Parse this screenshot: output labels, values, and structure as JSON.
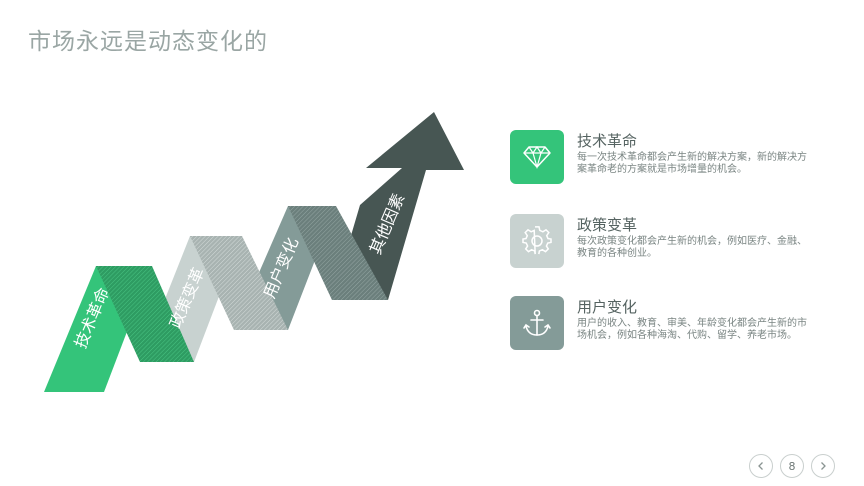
{
  "title": "市场永远是动态变化的",
  "ribbon": {
    "labels": [
      "技术革命",
      "政策变革",
      "用户变化",
      "其他因素"
    ]
  },
  "items": [
    {
      "icon": "diamond-icon",
      "title": "技术革命",
      "desc": "每一次技术革命都会产生新的解决方案，新的解决方案革命老的方案就是市场增量的机会。",
      "color": "#34c47a"
    },
    {
      "icon": "gear-icon",
      "title": "政策变革",
      "desc": "每次政策变化都会产生新的机会，例如医疗、金融、教育的各种创业。",
      "color": "#c8d2d0"
    },
    {
      "icon": "anchor-icon",
      "title": "用户变化",
      "desc": "用户的收入、教育、审美、年龄变化都会产生新的市场机会，例如各种海淘、代购、留学、养老市场。",
      "color": "#849b98"
    }
  ],
  "nav": {
    "prev_icon": "chevron-left-icon",
    "next_icon": "chevron-right-icon",
    "page": "8"
  }
}
